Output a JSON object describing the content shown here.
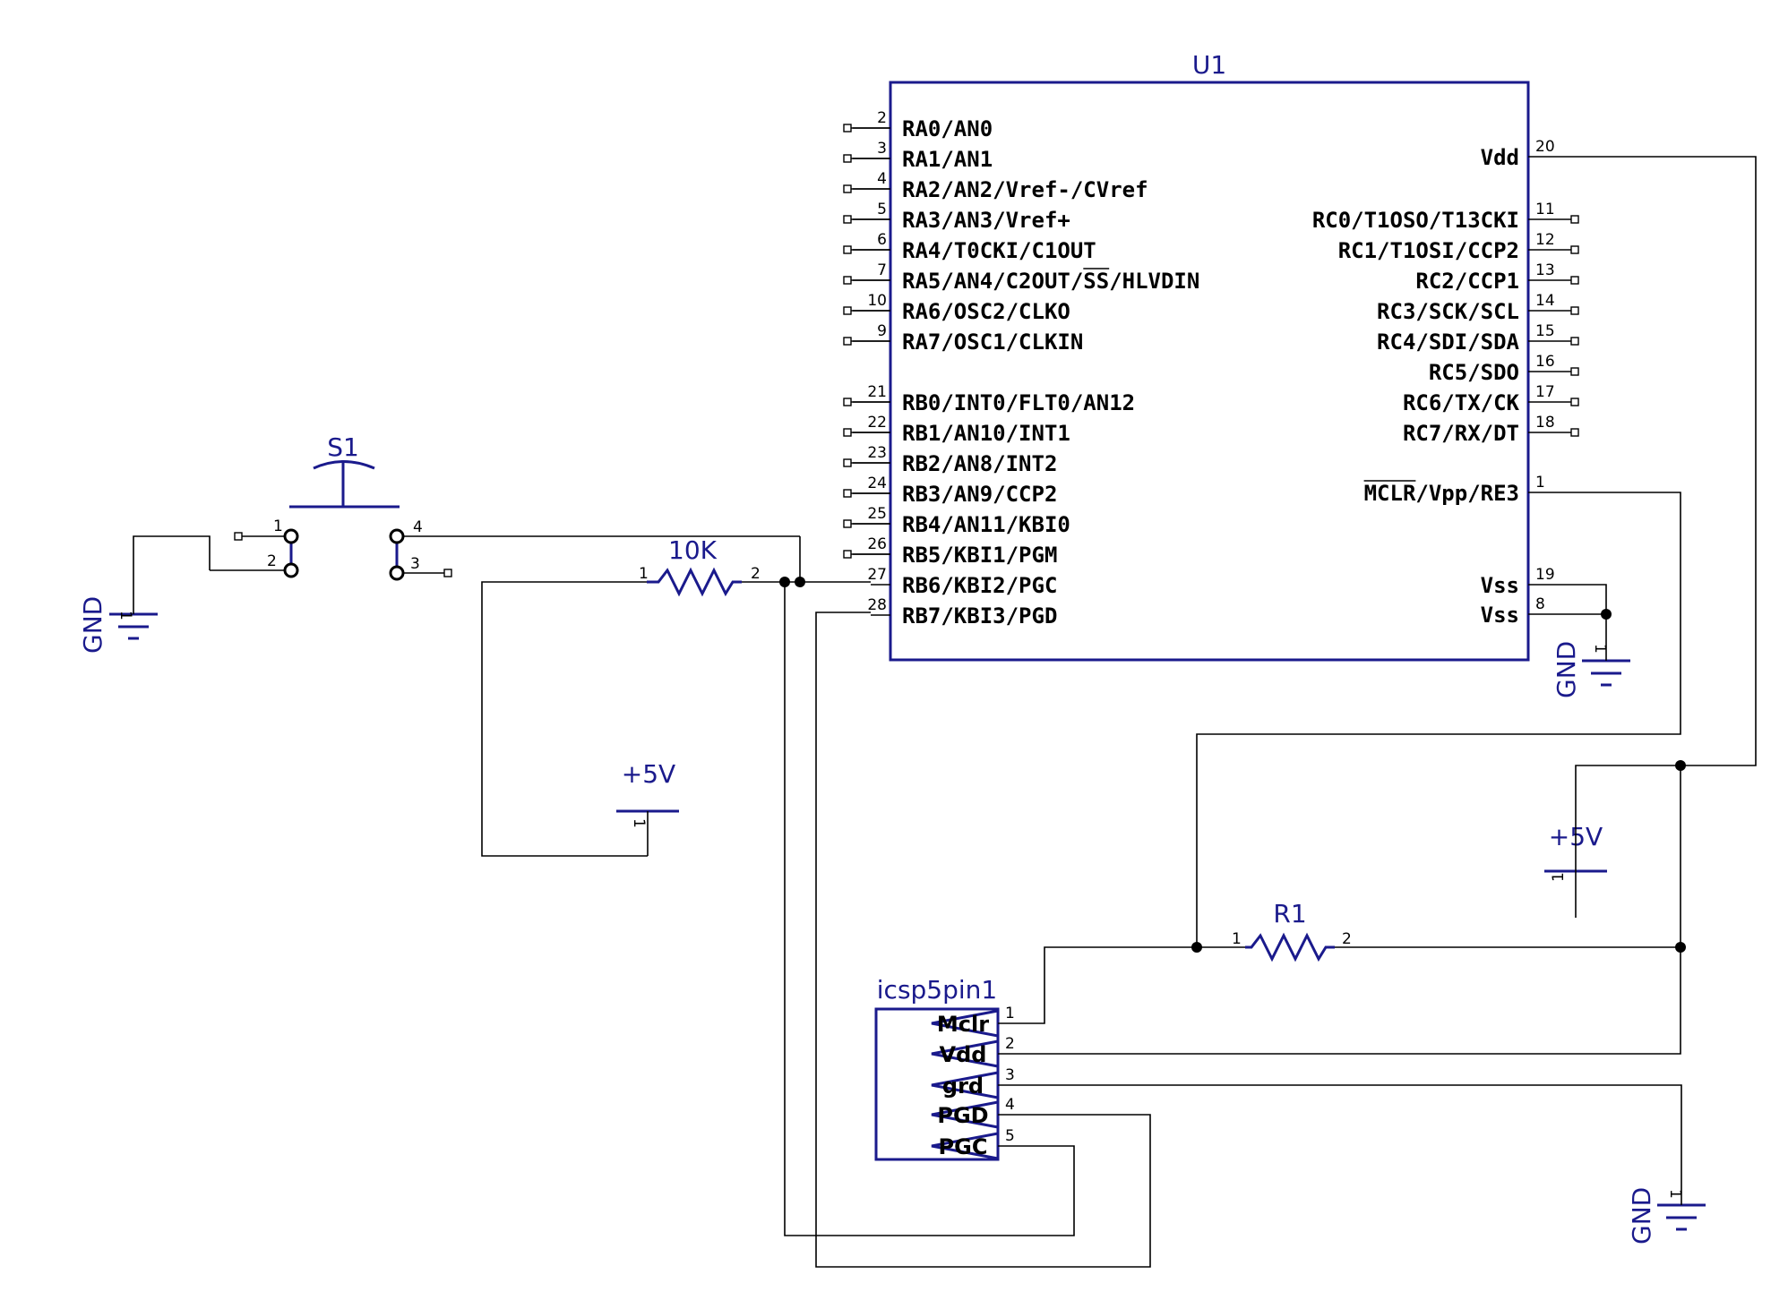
{
  "u1": {
    "ref": "U1",
    "left_pins": [
      {
        "num": "2",
        "name": "RA0/AN0"
      },
      {
        "num": "3",
        "name": "RA1/AN1"
      },
      {
        "num": "4",
        "name": "RA2/AN2/Vref-/CVref"
      },
      {
        "num": "5",
        "name": "RA3/AN3/Vref+"
      },
      {
        "num": "6",
        "name": "RA4/T0CKI/C1OUT"
      },
      {
        "num": "7",
        "name": "RA5/AN4/C2OUT/SS/HLVDIN"
      },
      {
        "num": "10",
        "name": "RA6/OSC2/CLKO"
      },
      {
        "num": "9",
        "name": "RA7/OSC1/CLKIN"
      },
      {
        "num": "21",
        "name": "RB0/INT0/FLT0/AN12"
      },
      {
        "num": "22",
        "name": "RB1/AN10/INT1"
      },
      {
        "num": "23",
        "name": "RB2/AN8/INT2"
      },
      {
        "num": "24",
        "name": "RB3/AN9/CCP2"
      },
      {
        "num": "25",
        "name": "RB4/AN11/KBI0"
      },
      {
        "num": "26",
        "name": "RB5/KBI1/PGM"
      },
      {
        "num": "27",
        "name": "RB6/KBI2/PGC"
      },
      {
        "num": "28",
        "name": "RB7/KBI3/PGD"
      }
    ],
    "right_pins": [
      {
        "num": "20",
        "name": "Vdd"
      },
      {
        "num": "11",
        "name": "RC0/T1OSO/T13CKI"
      },
      {
        "num": "12",
        "name": "RC1/T1OSI/CCP2"
      },
      {
        "num": "13",
        "name": "RC2/CCP1"
      },
      {
        "num": "14",
        "name": "RC3/SCK/SCL"
      },
      {
        "num": "15",
        "name": "RC4/SDI/SDA"
      },
      {
        "num": "16",
        "name": "RC5/SDO"
      },
      {
        "num": "17",
        "name": "RC6/TX/CK"
      },
      {
        "num": "18",
        "name": "RC7/RX/DT"
      },
      {
        "num": "1",
        "name": "MCLR/Vpp/RE3"
      },
      {
        "num": "19",
        "name": "Vss"
      },
      {
        "num": "8",
        "name": "Vss"
      }
    ]
  },
  "s1": {
    "ref": "S1",
    "pins": [
      "1",
      "2",
      "4",
      "3"
    ]
  },
  "res_10k": {
    "ref": "10K",
    "pin1": "1",
    "pin2": "2"
  },
  "res_r1": {
    "ref": "R1",
    "pin1": "1",
    "pin2": "2"
  },
  "icsp": {
    "ref": "icsp5pin1",
    "pins": [
      {
        "num": "1",
        "name": "Mclr"
      },
      {
        "num": "2",
        "name": "Vdd"
      },
      {
        "num": "3",
        "name": "grd"
      },
      {
        "num": "4",
        "name": "PGD"
      },
      {
        "num": "5",
        "name": "PGC"
      }
    ]
  },
  "power": {
    "plus5v_label": "+5V",
    "gnd_label": "GND",
    "pin_num": "1"
  },
  "colors": {
    "symbol": "#1a1a8c",
    "wire": "#000000"
  }
}
